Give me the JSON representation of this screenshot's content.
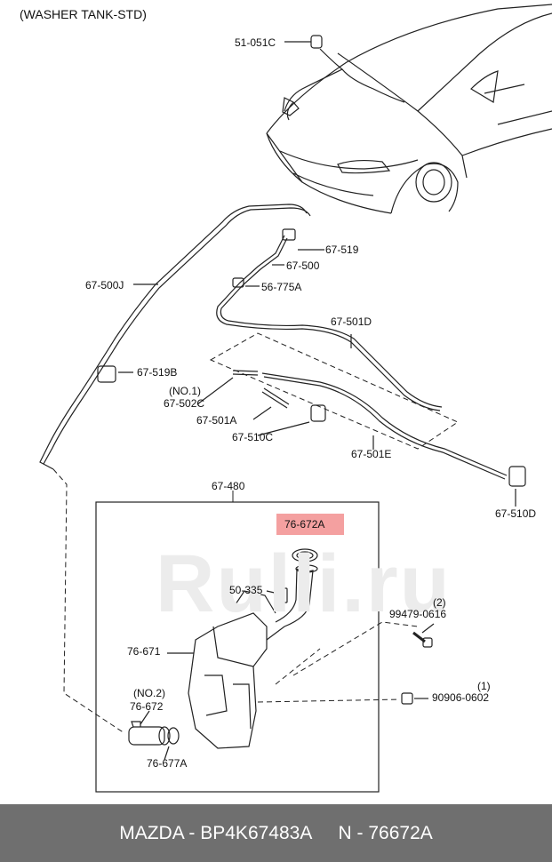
{
  "title": "(WASHER TANK-STD)",
  "parts": {
    "p51051C": "51-051C",
    "p67519": "67-519",
    "p67500": "67-500",
    "p56775A": "56-775A",
    "p67500J": "67-500J",
    "p67501D": "67-501D",
    "p67519B": "67-519B",
    "no1": "(NO.1)",
    "p67502C": "67-502C",
    "p67501A": "67-501A",
    "p67510C": "67-510C",
    "p67501E": "67-501E",
    "p67510D": "67-510D",
    "p67480": "67-480",
    "p76672A": "76-672A",
    "p50335": "50-335",
    "p76671": "76-671",
    "no2": "(NO.2)",
    "p76672": "76-672",
    "p76677A": "76-677A",
    "q2": "(2)",
    "p99479": "99479-0616",
    "q1": "(1)",
    "p90906": "90906-0602"
  },
  "footer": {
    "left": "MAZDA - BP4K67483A",
    "right": "N - 76672A"
  },
  "watermark": "Rulli.ru",
  "colors": {
    "highlight": "#f4a0a0",
    "footer_bg": "#6f6f6f"
  }
}
